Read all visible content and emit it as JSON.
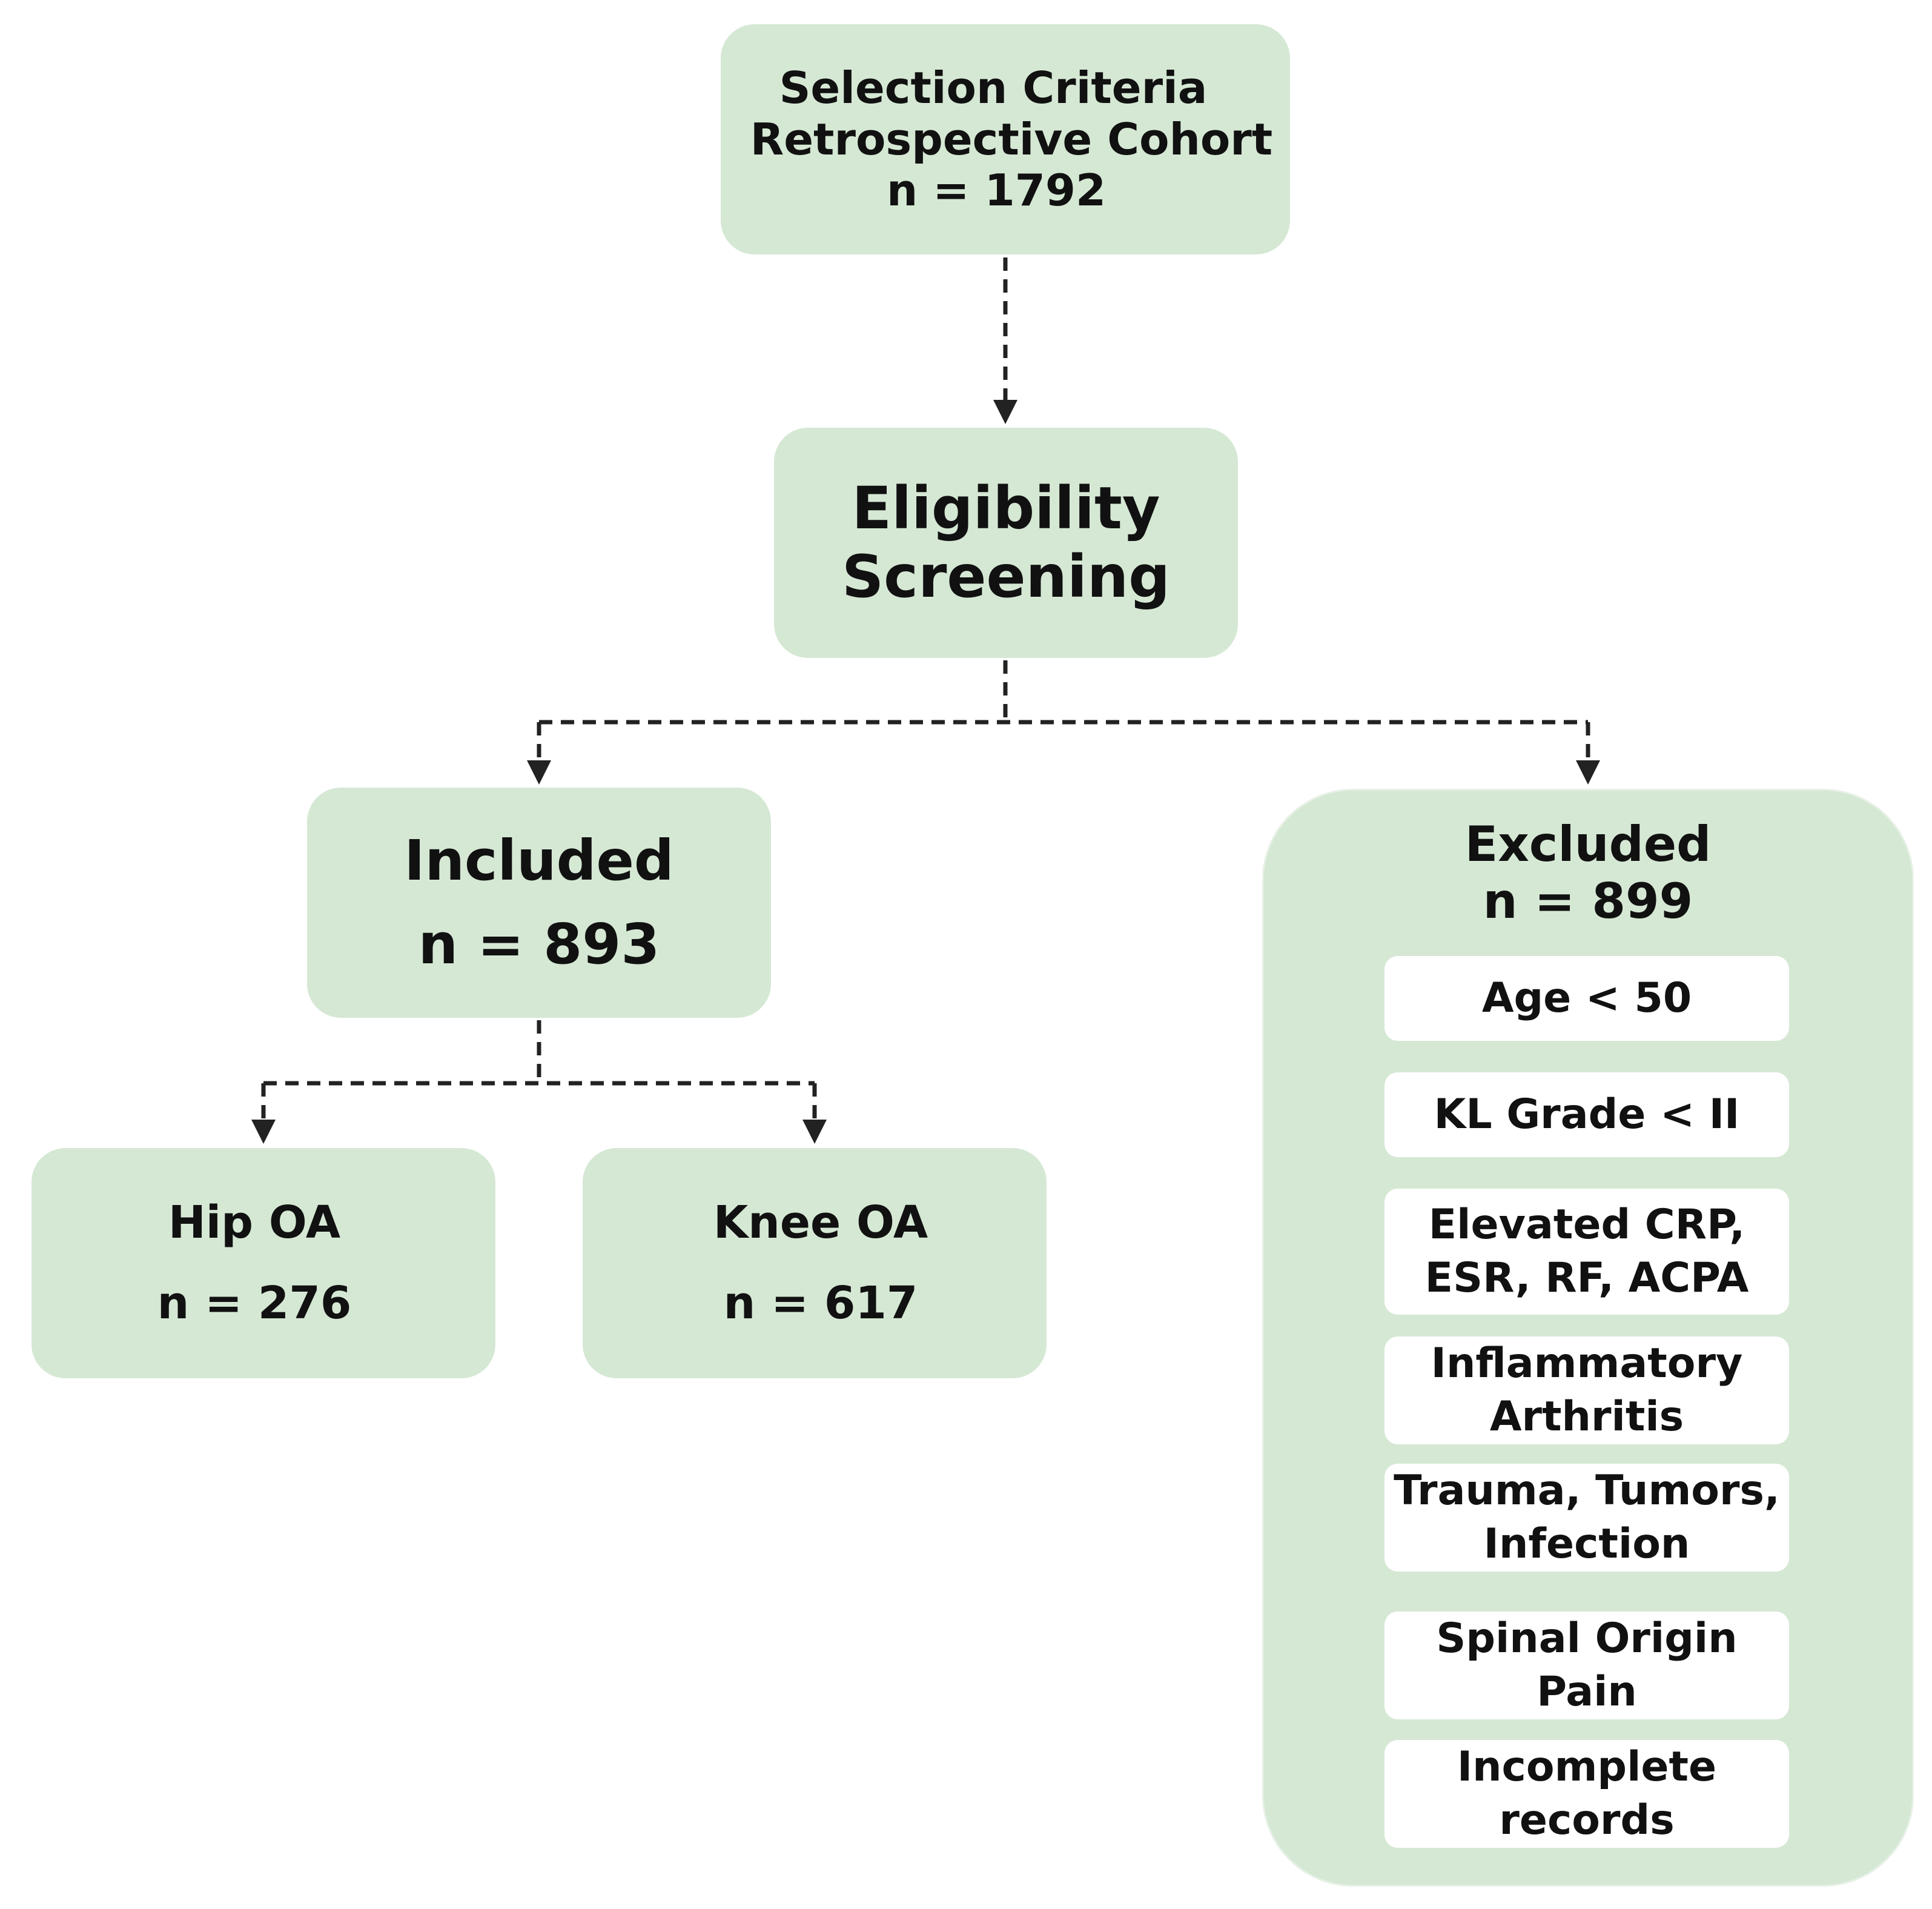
{
  "selection": {
    "line1": "Selection Criteria",
    "line2": "Retrospective Cohort",
    "count": "n = 1792"
  },
  "eligibility": {
    "line1": "Eligibility",
    "line2": "Screening"
  },
  "included": {
    "title": "Included",
    "count": "n = 893"
  },
  "hip": {
    "title": "Hip OA",
    "count": "n = 276"
  },
  "knee": {
    "title": "Knee OA",
    "count": "n = 617"
  },
  "excluded": {
    "title": "Excluded",
    "count": "n = 899",
    "reasons": [
      {
        "line1": "Age < 50"
      },
      {
        "line1": "KL Grade < II"
      },
      {
        "line1": "Elevated CRP,",
        "line2": "ESR, RF, ACPA"
      },
      {
        "line1": "Inflammatory",
        "line2": "Arthritis"
      },
      {
        "line1": "Trauma, Tumors,",
        "line2": "Infection"
      },
      {
        "line1": "Spinal Origin",
        "line2": "Pain"
      },
      {
        "line1": "Incomplete",
        "line2": "records"
      }
    ]
  },
  "colors": {
    "box_fill": "#d5e8d4",
    "item_fill": "#ffffff",
    "text": "#111111",
    "connector": "#222222"
  }
}
